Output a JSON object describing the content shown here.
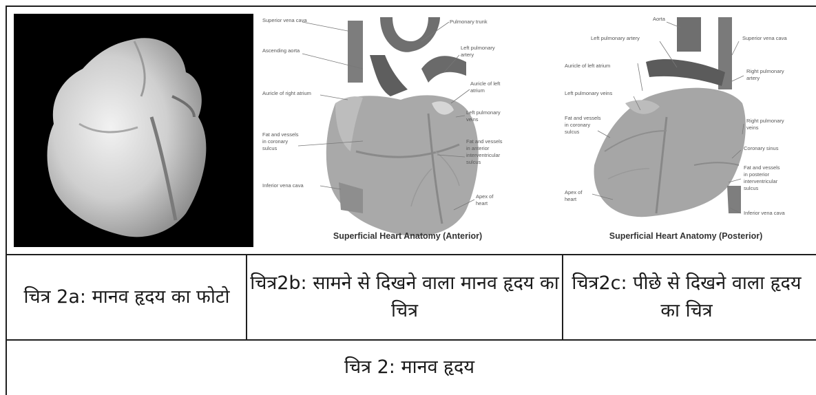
{
  "figures": [
    {
      "caption": "चित्र 2a: मानव हृदय का फोटो"
    },
    {
      "caption": "चित्र2b: सामने से दिखने वाला मानव हृदय का चित्र",
      "title": "Superficial Heart Anatomy (Anterior)",
      "labels": {
        "svc": "Superior vena cava",
        "asc_aorta": "Ascending aorta",
        "auricle_right": "Auricle of right atrium",
        "fat_coronary_1": "Fat and vessels",
        "fat_coronary_2": "in coronary",
        "fat_coronary_3": "sulcus",
        "ivc": "Inferior vena cava",
        "pulm_trunk": "Pulmonary trunk",
        "left_pa_1": "Left pulmonary",
        "left_pa_2": "artery",
        "auricle_left_1": "Auricle of left",
        "auricle_left_2": "atrium",
        "left_pv_1": "Left pulmonary",
        "left_pv_2": "veins",
        "fat_ant_1": "Fat and vessels",
        "fat_ant_2": "in anterior",
        "fat_ant_3": "interventricular",
        "fat_ant_4": "sulcus",
        "apex_1": "Apex of",
        "apex_2": "heart"
      }
    },
    {
      "caption": "चित्र2c: पीछे से दिखने वाला हृदय का चित्र",
      "title": "Superficial Heart Anatomy (Posterior)",
      "labels": {
        "aorta": "Aorta",
        "left_pa": "Left pulmonary artery",
        "auricle_left": "Auricle of left atrium",
        "left_pv": "Left pulmonary veins",
        "fat_coronary_1": "Fat and vessels",
        "fat_coronary_2": "in coronary",
        "fat_coronary_3": "sulcus",
        "apex_1": "Apex of",
        "apex_2": "heart",
        "svc": "Superior vena cava",
        "right_pa_1": "Right pulmonary",
        "right_pa_2": "artery",
        "right_pv_1": "Right pulmonary",
        "right_pv_2": "veins",
        "coronary_sinus": "Coronary sinus",
        "fat_post_1": "Fat and vessels",
        "fat_post_2": "in posterior",
        "fat_post_3": "interventricular",
        "fat_post_4": "sulcus",
        "ivc": "Inferior vena cava"
      }
    }
  ],
  "main_caption": "चित्र 2: मानव हृदय"
}
